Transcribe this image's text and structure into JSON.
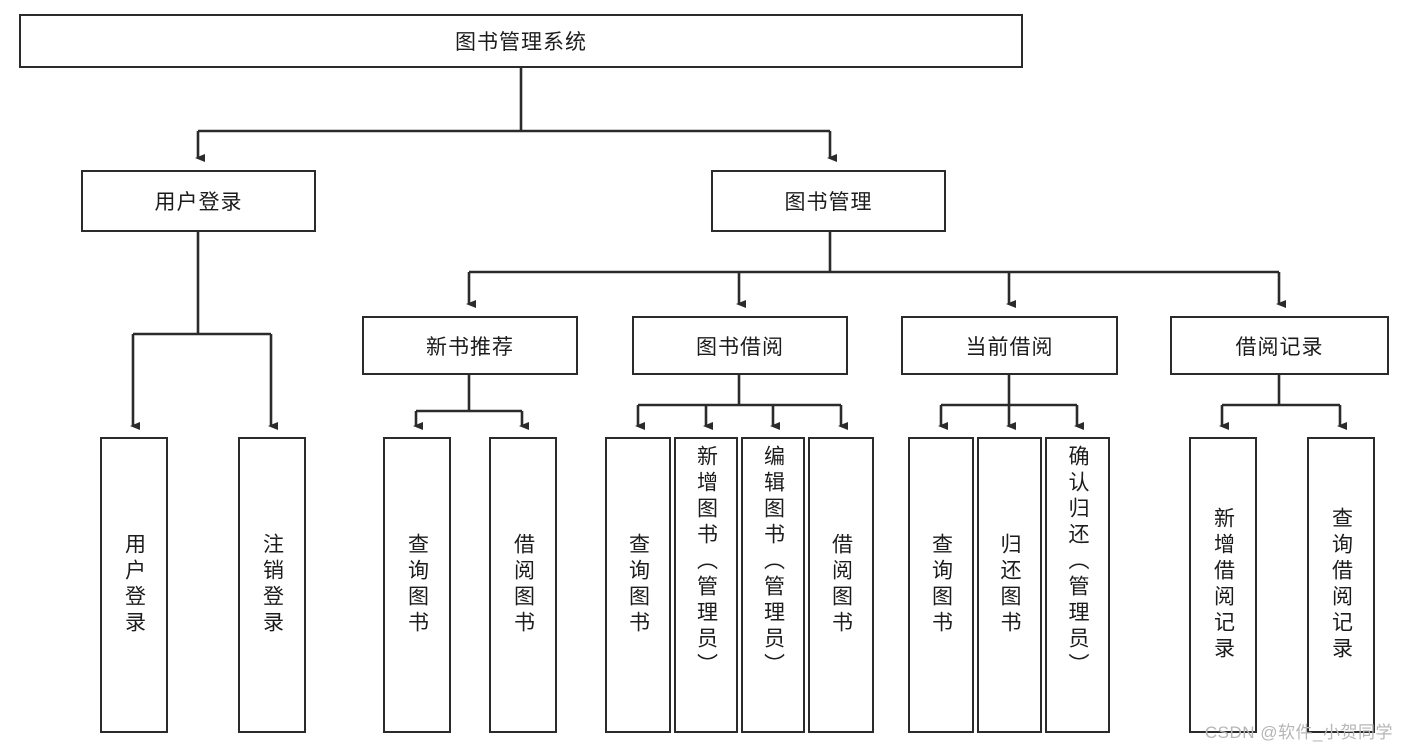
{
  "diagram": {
    "type": "tree-hierarchy-chart",
    "title": "图书管理系统",
    "root": {
      "id": "root",
      "label": "图书管理系统",
      "orientation": "horizontal"
    },
    "level2": [
      {
        "id": "user-login",
        "label": "用户登录",
        "orientation": "horizontal"
      },
      {
        "id": "book-management",
        "label": "图书管理",
        "orientation": "horizontal"
      }
    ],
    "level3": [
      {
        "id": "new-book-recommend",
        "label": "新书推荐",
        "orientation": "horizontal",
        "parent": "book-management"
      },
      {
        "id": "book-borrow",
        "label": "图书借阅",
        "orientation": "horizontal",
        "parent": "book-management"
      },
      {
        "id": "current-borrow",
        "label": "当前借阅",
        "orientation": "horizontal",
        "parent": "book-management"
      },
      {
        "id": "borrow-record",
        "label": "借阅记录",
        "orientation": "horizontal",
        "parent": "book-management"
      }
    ],
    "leaves": [
      {
        "id": "leaf-user-login",
        "label": "用户登录",
        "orientation": "vertical",
        "parent": "user-login"
      },
      {
        "id": "leaf-logout",
        "label": "注销登录",
        "orientation": "vertical",
        "parent": "user-login"
      },
      {
        "id": "leaf-query-book-1",
        "label": "查询图书",
        "orientation": "vertical",
        "parent": "new-book-recommend"
      },
      {
        "id": "leaf-borrow-book-1",
        "label": "借阅图书",
        "orientation": "vertical",
        "parent": "new-book-recommend"
      },
      {
        "id": "leaf-query-book-2",
        "label": "查询图书",
        "orientation": "vertical",
        "parent": "book-borrow"
      },
      {
        "id": "leaf-add-book",
        "label": "新增图书（管理员）",
        "orientation": "vertical",
        "parent": "book-borrow"
      },
      {
        "id": "leaf-edit-book",
        "label": "编辑图书（管理员）",
        "orientation": "vertical",
        "parent": "book-borrow"
      },
      {
        "id": "leaf-borrow-book-2",
        "label": "借阅图书",
        "orientation": "vertical",
        "parent": "book-borrow"
      },
      {
        "id": "leaf-query-book-3",
        "label": "查询图书",
        "orientation": "vertical",
        "parent": "current-borrow"
      },
      {
        "id": "leaf-return-book",
        "label": "归还图书",
        "orientation": "vertical",
        "parent": "current-borrow"
      },
      {
        "id": "leaf-confirm-return",
        "label": "确认归还（管理员）",
        "orientation": "vertical",
        "parent": "current-borrow"
      },
      {
        "id": "leaf-add-record",
        "label": "新增借阅记录",
        "orientation": "vertical",
        "parent": "borrow-record"
      },
      {
        "id": "leaf-query-record",
        "label": "查询借阅记录",
        "orientation": "vertical",
        "parent": "borrow-record"
      }
    ]
  },
  "watermark": {
    "text": "CSDN @软件_小贺同学"
  },
  "colors": {
    "box_border": "#2b2b2b",
    "box_fill": "#ffffff",
    "connector": "#2b2b2b",
    "text": "#1c1c1c",
    "watermark": "#b6b6b6",
    "background": "#ffffff"
  }
}
